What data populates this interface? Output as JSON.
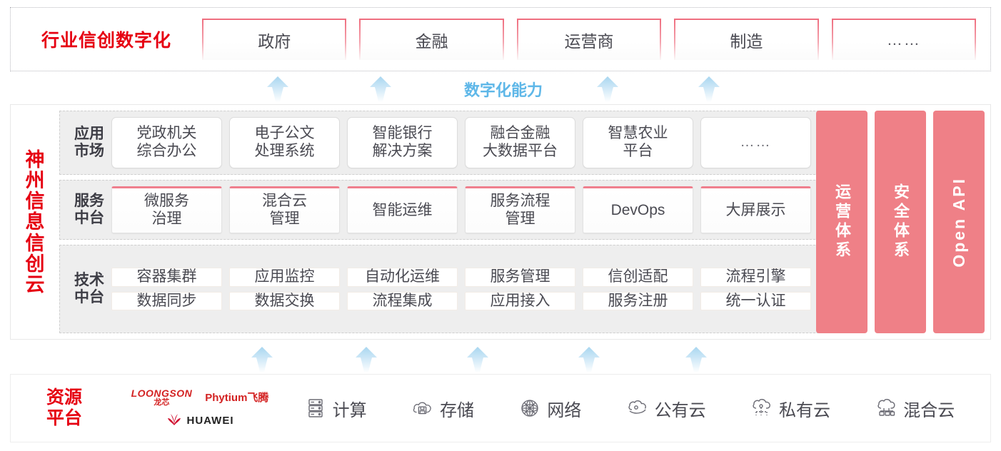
{
  "industry": {
    "title": "行业信创数字化",
    "cards": [
      {
        "label": "政府"
      },
      {
        "label": "金融"
      },
      {
        "label": "运营商"
      },
      {
        "label": "制造"
      },
      {
        "label": "……"
      }
    ]
  },
  "capability": {
    "label": "数字化能力",
    "arrow_count_top": 4,
    "arrow_count_bottom": 5,
    "arrow_color": "#bfe2f5"
  },
  "cloud": {
    "side_title_chars": [
      "神",
      "州",
      "信",
      "息",
      "信",
      "创",
      "云"
    ],
    "layers": [
      {
        "name": "app-market",
        "label_lines": [
          "应用",
          "市场"
        ],
        "cells": [
          "党政机关\n综合办公",
          "电子公文\n处理系统",
          "智能银行\n解决方案",
          "融合金融\n大数据平台",
          "智慧农业\n平台",
          "……"
        ]
      },
      {
        "name": "service-platform",
        "label_lines": [
          "服务",
          "中台"
        ],
        "cells": [
          "微服务\n治理",
          "混合云\n管理",
          "智能运维",
          "服务流程\n管理",
          "DevOps",
          "大屏展示"
        ]
      },
      {
        "name": "tech-platform",
        "label_lines": [
          "技术",
          "中台"
        ],
        "row_top": [
          "容器集群",
          "应用监控",
          "自动化运维",
          "服务管理",
          "信创适配",
          "流程引擎"
        ],
        "row_bottom": [
          "数据同步",
          "数据交换",
          "流程集成",
          "应用接入",
          "服务注册",
          "统一认证"
        ]
      }
    ],
    "pillars": [
      {
        "text": "运营体系",
        "latin": false
      },
      {
        "text": "安全体系",
        "latin": false
      },
      {
        "text": "Open API",
        "latin": true
      }
    ],
    "pillar_color": "#ef8087"
  },
  "resource": {
    "title_lines": [
      "资源",
      "平台"
    ],
    "vendors": [
      {
        "name": "LOONGSON",
        "cn": "龙芯"
      },
      {
        "name": "Phytium飞腾"
      },
      {
        "name": "HUAWEI"
      }
    ],
    "items": [
      {
        "icon": "server-icon",
        "label": "计算"
      },
      {
        "icon": "storage-cloud-icon",
        "label": "存储"
      },
      {
        "icon": "network-icon",
        "label": "网络"
      },
      {
        "icon": "public-cloud-icon",
        "label": "公有云"
      },
      {
        "icon": "private-cloud-icon",
        "label": "私有云"
      },
      {
        "icon": "hybrid-cloud-icon",
        "label": "混合云"
      }
    ]
  },
  "colors": {
    "brand_red": "#e60012",
    "pink": "#ef8087",
    "arrow_blue": "#bfe2f5",
    "capability_blue": "#5eb7e8"
  }
}
